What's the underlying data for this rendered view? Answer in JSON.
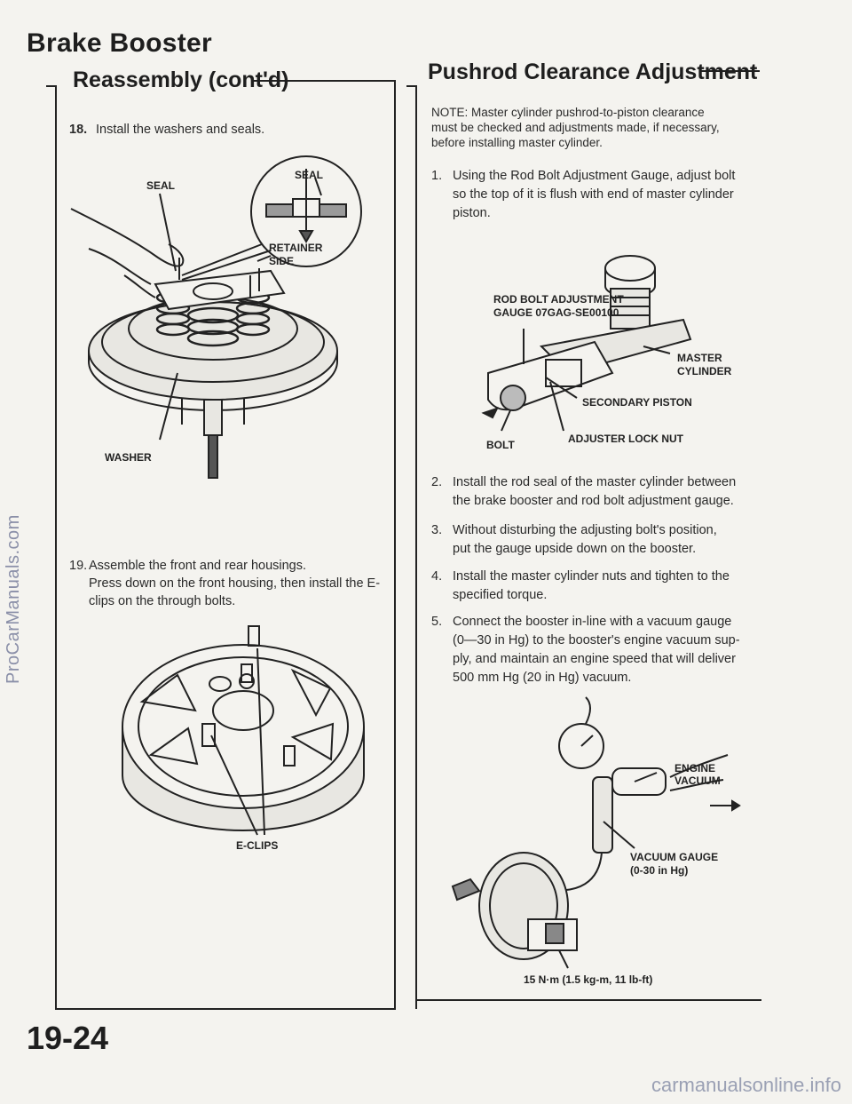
{
  "page_title": "Brake Booster",
  "left": {
    "section_title": "Reassembly (cont'd)",
    "step18": {
      "num": "18.",
      "text": "Install the washers and seals."
    },
    "fig1_labels": {
      "seal": "SEAL",
      "seal_inset": "SEAL",
      "retainer": "RETAINER",
      "side": "SIDE",
      "washer": "WASHER"
    },
    "step19": {
      "num": "19.",
      "line1": "Assemble the front and rear housings.",
      "line2": "Press down on the front housing, then install the E-",
      "line3": "clips on the through bolts."
    },
    "fig2_labels": {
      "eclips": "E-CLIPS"
    }
  },
  "right": {
    "section_title": "Pushrod Clearance Adjustment",
    "note": {
      "line1": "NOTE: Master cylinder pushrod-to-piston clearance",
      "line2": "must be checked and adjustments made, if necessary,",
      "line3": "before installing master cylinder."
    },
    "step1": {
      "num": "1.",
      "line1": "Using the Rod Bolt Adjustment Gauge, adjust bolt",
      "line2": "so the top of it is flush with end of master cylinder",
      "line3": "piston."
    },
    "fig3_labels": {
      "gauge1": "ROD BOLT ADJUSTMENT",
      "gauge2": "GAUGE 07GAG-SE00100",
      "master": "MASTER",
      "cylinder": "CYLINDER",
      "secondary_piston": "SECONDARY PISTON",
      "bolt": "BOLT",
      "lock_nut": "ADJUSTER LOCK NUT"
    },
    "step2": {
      "num": "2.",
      "line1": "Install the rod seal of the master cylinder between",
      "line2": "the brake booster and rod bolt adjustment gauge."
    },
    "step3": {
      "num": "3.",
      "line1": "Without disturbing the adjusting bolt's position,",
      "line2": "put the gauge upside down on the booster."
    },
    "step4": {
      "num": "4.",
      "line1": "Install the master cylinder nuts and tighten to the",
      "line2": "specified torque."
    },
    "step5": {
      "num": "5.",
      "line1": "Connect the booster in-line with a vacuum gauge",
      "line2": "(0—30 in Hg) to the booster's engine vacuum sup-",
      "line3": "ply, and maintain an engine speed that will deliver",
      "line4": "500 mm Hg (20 in Hg) vacuum."
    },
    "fig4_labels": {
      "engine": "ENGINE",
      "vacuum": "VACUUM",
      "gauge1": "VACUUM GAUGE",
      "gauge2": "(0-30 in Hg)",
      "torque": "15 N·m (1.5 kg-m, 11 lb-ft)"
    }
  },
  "page_number": "19-24",
  "watermark_side": "ProCarManuals.com",
  "watermark_bottom": "carmanualsonline.info"
}
